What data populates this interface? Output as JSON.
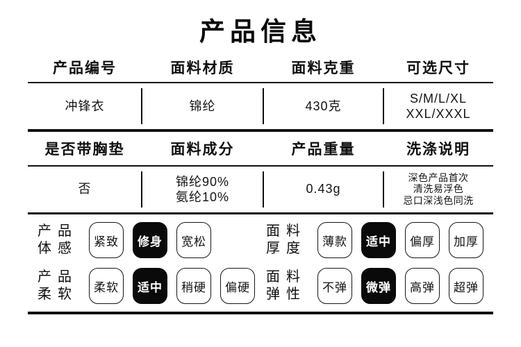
{
  "page": {
    "title": "产品信息"
  },
  "colors": {
    "text": "#111111",
    "background": "#ffffff",
    "selected_bg": "#0a0a0a",
    "selected_text": "#ffffff",
    "rule": "#101010"
  },
  "spec_table": {
    "rows": [
      {
        "headers": [
          "产品编号",
          "面料材质",
          "面料克重",
          "可选尺寸"
        ],
        "values": [
          {
            "lines": [
              "冲锋衣"
            ]
          },
          {
            "lines": [
              "锦纶"
            ]
          },
          {
            "lines": [
              "430克"
            ]
          },
          {
            "lines": [
              "S/M/L/XL",
              "XXL/XXXL"
            ]
          }
        ]
      },
      {
        "headers": [
          "是否带胸垫",
          "面料成分",
          "产品重量",
          "洗涤说明"
        ],
        "values": [
          {
            "lines": [
              "否"
            ]
          },
          {
            "lines": [
              "锦纶90%",
              "氨纶10%"
            ]
          },
          {
            "lines": [
              "0.43g"
            ]
          },
          {
            "lines": [
              "深色产品首次",
              "清洗易浮色",
              "忌口深浅色同洗"
            ]
          }
        ]
      }
    ]
  },
  "attributes": {
    "groups": [
      {
        "label_line1": "产品",
        "label_line2": "体感",
        "options": [
          {
            "label": "紧致",
            "selected": false
          },
          {
            "label": "修身",
            "selected": true
          },
          {
            "label": "宽松",
            "selected": false
          }
        ]
      },
      {
        "label_line1": "面料",
        "label_line2": "厚度",
        "options": [
          {
            "label": "薄款",
            "selected": false
          },
          {
            "label": "适中",
            "selected": true
          },
          {
            "label": "偏厚",
            "selected": false
          },
          {
            "label": "加厚",
            "selected": false
          }
        ]
      },
      {
        "label_line1": "产品",
        "label_line2": "柔软",
        "options": [
          {
            "label": "柔软",
            "selected": false
          },
          {
            "label": "适中",
            "selected": true
          },
          {
            "label": "稍硬",
            "selected": false
          },
          {
            "label": "偏硬",
            "selected": false
          }
        ]
      },
      {
        "label_line1": "面料",
        "label_line2": "弹性",
        "options": [
          {
            "label": "不弹",
            "selected": false
          },
          {
            "label": "微弹",
            "selected": true
          },
          {
            "label": "高弹",
            "selected": false
          },
          {
            "label": "超弹",
            "selected": false
          }
        ]
      }
    ]
  }
}
